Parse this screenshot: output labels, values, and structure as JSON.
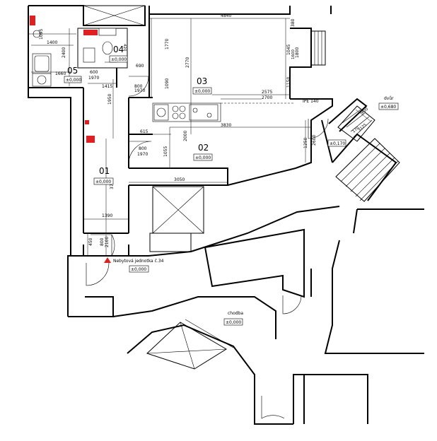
{
  "rooms": {
    "r01": {
      "number": "01",
      "level": "±0,000"
    },
    "r02": {
      "number": "02",
      "level": "±0,000"
    },
    "r03": {
      "number": "03",
      "level": "±0,000"
    },
    "r04": {
      "number": "04",
      "level": "±0,000"
    },
    "r05": {
      "number": "05",
      "level": "±0,000"
    }
  },
  "labels": {
    "dvur": "dvůr",
    "dvur_level": "±0,680",
    "chodba": "chodba",
    "chodba_level": "±0,000",
    "unit_name": "Nebytová jednotka č.34",
    "unit_level": "±0,000",
    "step_level": "±0,170",
    "beam": "IPE 140"
  },
  "dimensions": {
    "d1095": "1095",
    "d1400": "1400",
    "d2400": "2400",
    "d1660": "1660",
    "d420": "420",
    "d690": "690",
    "d600": "600",
    "d1970a": "1970",
    "d1415": "1415",
    "d800a": "800",
    "d1970b": "1970",
    "d1950": "1950",
    "d1090": "1090",
    "d1770": "1770",
    "d2770": "2770",
    "d4840": "4840",
    "d380": "380",
    "d1045": "1045",
    "d1800": "1800",
    "d1600": "1600",
    "d1150": "1150",
    "d2575": "2575",
    "d2700": "2700",
    "d3830": "3830",
    "d615": "615",
    "d2000": "2000",
    "d800b": "800",
    "d1970c": "1970",
    "d1055": "1055",
    "d3050": "3050",
    "d3720": "3720",
    "d1390": "1390",
    "d450": "450",
    "d800c": "800",
    "d2100": "2100",
    "d1250": "1250",
    "d2600": "2600",
    "d900": "900",
    "d170": "170",
    "d3125": "3125"
  },
  "colors": {
    "marker": "#e02020",
    "wall": "#000000",
    "background": "#ffffff"
  }
}
